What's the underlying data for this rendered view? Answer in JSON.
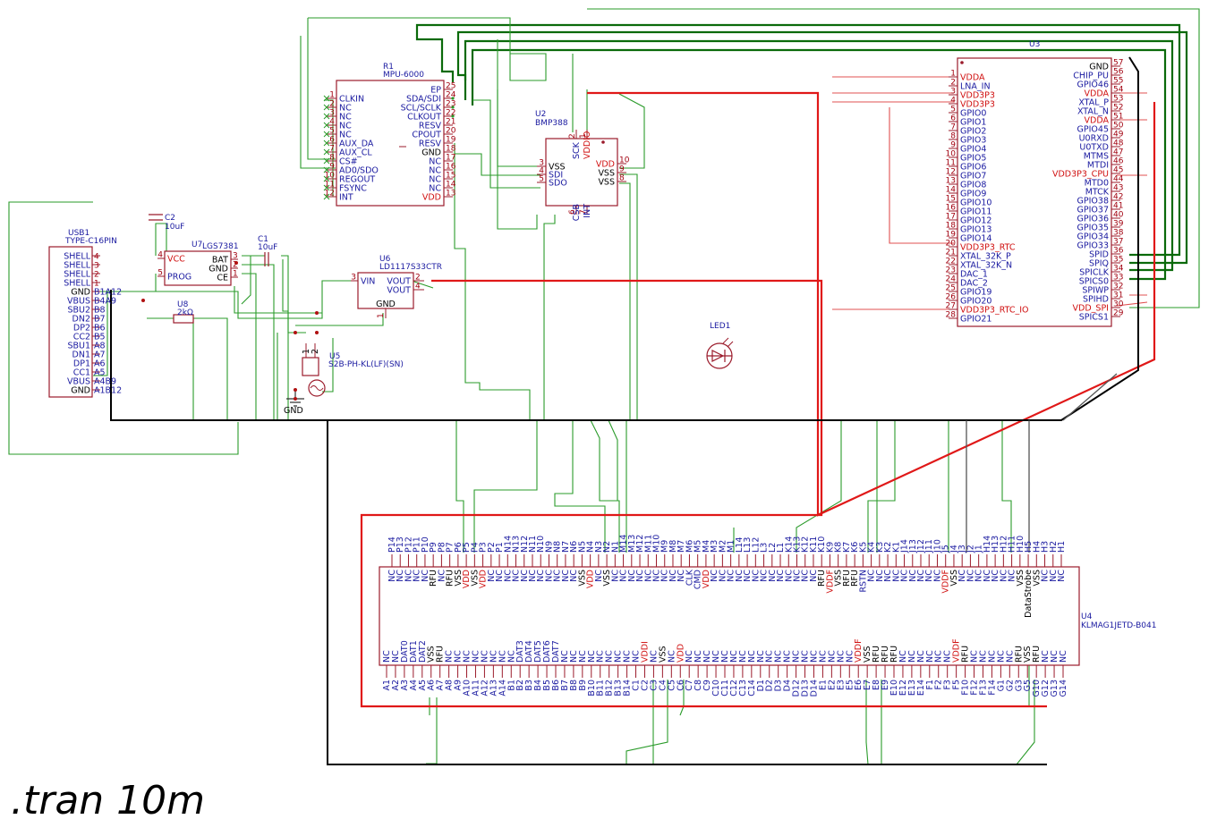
{
  "directive": ".tran 10m",
  "components": {
    "r1": {
      "ref": "R1",
      "value": "MPU-6000",
      "left": [
        [
          "1",
          "CLKIN"
        ],
        [
          "2",
          "NC"
        ],
        [
          "3",
          "NC"
        ],
        [
          "4",
          "NC"
        ],
        [
          "5",
          "NC"
        ],
        [
          "6",
          "AUX_DA"
        ],
        [
          "7",
          "AUX_CL"
        ],
        [
          "8",
          "CS#"
        ],
        [
          "9",
          "AD0/SDO"
        ],
        [
          "10",
          "REGOUT"
        ],
        [
          "11",
          "FSYNC"
        ],
        [
          "12",
          "INT"
        ]
      ],
      "right": [
        [
          "25",
          "EP"
        ],
        [
          "24",
          "SDA/SDI"
        ],
        [
          "23",
          "SCL/SCLK"
        ],
        [
          "22",
          "CLKOUT"
        ],
        [
          "21",
          "RESV"
        ],
        [
          "20",
          "CPOUT"
        ],
        [
          "19",
          "RESV"
        ],
        [
          "18",
          "GND"
        ],
        [
          "17",
          "NC"
        ],
        [
          "16",
          "NC"
        ],
        [
          "15",
          "NC"
        ],
        [
          "14",
          "NC"
        ],
        [
          "13",
          "VDD"
        ]
      ]
    },
    "u2": {
      "ref": "U2",
      "value": "BMP388",
      "left": [
        [
          "3",
          "VSS"
        ],
        [
          "4",
          "SDI"
        ],
        [
          "5",
          "SDO"
        ]
      ],
      "right": [
        [
          "10",
          "VDD"
        ],
        [
          "9",
          "VSS"
        ],
        [
          "8",
          "VSS"
        ]
      ],
      "top": [
        [
          "2",
          "SCK"
        ],
        [
          "1",
          "VDDIO"
        ]
      ],
      "bottom": [
        [
          "6",
          "CSB"
        ],
        [
          "7",
          "INT"
        ]
      ]
    },
    "u3": {
      "ref": "U3",
      "left": [
        [
          "1",
          "VDDA"
        ],
        [
          "2",
          "LNA_IN"
        ],
        [
          "3",
          "VDD3P3"
        ],
        [
          "4",
          "VDD3P3"
        ],
        [
          "5",
          "GPIO0"
        ],
        [
          "6",
          "GPIO1"
        ],
        [
          "7",
          "GPIO2"
        ],
        [
          "8",
          "GPIO3"
        ],
        [
          "9",
          "GPIO4"
        ],
        [
          "10",
          "GPIO5"
        ],
        [
          "11",
          "GPIO6"
        ],
        [
          "12",
          "GPIO7"
        ],
        [
          "13",
          "GPIO8"
        ],
        [
          "14",
          "GPIO9"
        ],
        [
          "15",
          "GPIO10"
        ],
        [
          "16",
          "GPIO11"
        ],
        [
          "17",
          "GPIO12"
        ],
        [
          "18",
          "GPIO13"
        ],
        [
          "19",
          "GPIO14"
        ],
        [
          "20",
          "VDD3P3_RTC"
        ],
        [
          "21",
          "XTAL_32K_P"
        ],
        [
          "22",
          "XTAL_32K_N"
        ],
        [
          "23",
          "DAC_1"
        ],
        [
          "24",
          "DAC_2"
        ],
        [
          "25",
          "GPIO19"
        ],
        [
          "26",
          "GPIO20"
        ],
        [
          "27",
          "VDD3P3_RTC_IO"
        ],
        [
          "28",
          "GPIO21"
        ]
      ],
      "right": [
        [
          "57",
          "GND"
        ],
        [
          "56",
          "CHIP_PU"
        ],
        [
          "55",
          "GPIO46"
        ],
        [
          "54",
          "VDDA"
        ],
        [
          "53",
          "XTAL_P"
        ],
        [
          "52",
          "XTAL_N"
        ],
        [
          "51",
          "VDDA"
        ],
        [
          "50",
          "GPIO45"
        ],
        [
          "49",
          "U0RXD"
        ],
        [
          "48",
          "U0TXD"
        ],
        [
          "47",
          "MTMS"
        ],
        [
          "46",
          "MTDI"
        ],
        [
          "45",
          "VDD3P3_CPU"
        ],
        [
          "44",
          "MTD0"
        ],
        [
          "43",
          "MTCK"
        ],
        [
          "42",
          "GPIO38"
        ],
        [
          "41",
          "GPIO37"
        ],
        [
          "40",
          "GPIO36"
        ],
        [
          "39",
          "GPIO35"
        ],
        [
          "38",
          "GPIO34"
        ],
        [
          "37",
          "GPIO33"
        ],
        [
          "36",
          "SPID"
        ],
        [
          "35",
          "SPIQ"
        ],
        [
          "34",
          "SPICLK"
        ],
        [
          "33",
          "SPICS0"
        ],
        [
          "32",
          "SPIWP"
        ],
        [
          "31",
          "SPIHD"
        ],
        [
          "30",
          "VDD_SPI"
        ],
        [
          "29",
          "SPICS1"
        ]
      ]
    },
    "usb1": {
      "ref": "USB1",
      "value": "TYPE-C16PIN",
      "pins": [
        [
          "4",
          "SHELL"
        ],
        [
          "3",
          "SHELL"
        ],
        [
          "2",
          "SHELL"
        ],
        [
          "1",
          "SHELL"
        ],
        [
          "B1A12",
          "GND"
        ],
        [
          "B4A9",
          "VBUS"
        ],
        [
          "B8",
          "SBU2"
        ],
        [
          "B7",
          "DN2"
        ],
        [
          "B6",
          "DP2"
        ],
        [
          "B5",
          "CC2"
        ],
        [
          "A8",
          "SBU1"
        ],
        [
          "A7",
          "DN1"
        ],
        [
          "A6",
          "DP1"
        ],
        [
          "A5",
          "CC1"
        ],
        [
          "A4B9",
          "VBUS"
        ],
        [
          "A1B12",
          "GND"
        ]
      ]
    },
    "u7": {
      "ref": "U7",
      "value": "LGS7381",
      "left": [
        [
          "4",
          "VCC"
        ],
        [
          "5",
          "PROG"
        ]
      ],
      "right": [
        [
          "3",
          "BAT"
        ],
        [
          "2",
          "GND"
        ],
        [
          "1",
          "CE"
        ]
      ]
    },
    "c2": {
      "ref": "C2",
      "value": "10uF"
    },
    "c1": {
      "ref": "C1",
      "value": "10uF"
    },
    "u8": {
      "ref": "U8",
      "value": "2kΩ"
    },
    "u6": {
      "ref": "U6",
      "value": "LD1117S33CTR",
      "left": [
        [
          "3",
          "VIN"
        ]
      ],
      "right": [
        [
          "2",
          "VOUT"
        ],
        [
          "4",
          "VOUT"
        ]
      ],
      "bottom": [
        [
          "1",
          "GND"
        ]
      ]
    },
    "u5": {
      "ref": "U5",
      "value": "S2B-PH-KL(LF)(SN)",
      "pins": [
        "1",
        "2"
      ]
    },
    "gnd": {
      "label": "GND"
    },
    "led1": {
      "ref": "LED1"
    },
    "u4": {
      "ref": "U4",
      "value": "KLMAG1JETD-B041",
      "top_pins": [
        [
          "P14",
          "NC"
        ],
        [
          "P13",
          "NC"
        ],
        [
          "P12",
          "NC"
        ],
        [
          "P11",
          "NC"
        ],
        [
          "P10",
          "NC"
        ],
        [
          "P9",
          "RFU"
        ],
        [
          "P8",
          "NC"
        ],
        [
          "P7",
          "RFU"
        ],
        [
          "P6",
          "VSS"
        ],
        [
          "P5",
          "VDD"
        ],
        [
          "P4",
          "VSS"
        ],
        [
          "P3",
          "VDD"
        ],
        [
          "P2",
          "NC"
        ],
        [
          "P1",
          "NC"
        ],
        [
          "N14",
          "NC"
        ],
        [
          "N13",
          "NC"
        ],
        [
          "N12",
          "NC"
        ],
        [
          "N11",
          "NC"
        ],
        [
          "N10",
          "NC"
        ],
        [
          "N9",
          "NC"
        ],
        [
          "N8",
          "NC"
        ],
        [
          "N7",
          "NC"
        ],
        [
          "N6",
          "NC"
        ],
        [
          "N5",
          "VSS"
        ],
        [
          "N4",
          "VDD"
        ],
        [
          "N3",
          "NC"
        ],
        [
          "N2",
          "VSS"
        ],
        [
          "N1",
          "NC"
        ],
        [
          "M14",
          "NC"
        ],
        [
          "M13",
          "NC"
        ],
        [
          "M12",
          "NC"
        ],
        [
          "M11",
          "NC"
        ],
        [
          "M10",
          "NC"
        ],
        [
          "M9",
          "NC"
        ],
        [
          "M8",
          "NC"
        ],
        [
          "M7",
          "NC"
        ],
        [
          "M6",
          "CLK"
        ],
        [
          "M5",
          "CMD"
        ],
        [
          "M4",
          "VDD"
        ],
        [
          "M3",
          "NC"
        ],
        [
          "M2",
          "NC"
        ],
        [
          "M1",
          "NC"
        ],
        [
          "L14",
          "NC"
        ],
        [
          "L13",
          "NC"
        ],
        [
          "L12",
          "NC"
        ],
        [
          "L3",
          "NC"
        ],
        [
          "L2",
          "NC"
        ],
        [
          "L1",
          "NC"
        ],
        [
          "K14",
          "NC"
        ],
        [
          "K13",
          "NC"
        ],
        [
          "K12",
          "NC"
        ],
        [
          "K11",
          "NC"
        ],
        [
          "K10",
          "RFU"
        ],
        [
          "K9",
          "VDDF"
        ],
        [
          "K8",
          "VSS"
        ],
        [
          "K7",
          "RFU"
        ],
        [
          "K6",
          "RFU"
        ],
        [
          "K5",
          "RSTN"
        ],
        [
          "K4",
          "NC"
        ],
        [
          "K3",
          "NC"
        ],
        [
          "K2",
          "NC"
        ],
        [
          "K1",
          "NC"
        ],
        [
          "J14",
          "NC"
        ],
        [
          "J13",
          "NC"
        ],
        [
          "J12",
          "NC"
        ],
        [
          "J11",
          "NC"
        ],
        [
          "J10",
          "NC"
        ],
        [
          "J5",
          "VDDF"
        ],
        [
          "J4",
          "VSS"
        ],
        [
          "J3",
          "NC"
        ],
        [
          "J2",
          "NC"
        ],
        [
          "J1",
          "NC"
        ],
        [
          "H14",
          "NC"
        ],
        [
          "H13",
          "NC"
        ],
        [
          "H12",
          "NC"
        ],
        [
          "H11",
          "NC"
        ],
        [
          "H10",
          "VSS"
        ],
        [
          "H5",
          "DataStrobe"
        ],
        [
          "H4",
          "VSS"
        ],
        [
          "H3",
          "NC"
        ],
        [
          "H2",
          "NC"
        ],
        [
          "H1",
          "NC"
        ]
      ],
      "bottom_pins": [
        [
          "A1",
          "NC"
        ],
        [
          "A2",
          "NC"
        ],
        [
          "A3",
          "DAT0"
        ],
        [
          "A4",
          "DAT1"
        ],
        [
          "A5",
          "DAT2"
        ],
        [
          "A6",
          "VSS"
        ],
        [
          "A7",
          "RFU"
        ],
        [
          "A8",
          "NC"
        ],
        [
          "A9",
          "NC"
        ],
        [
          "A10",
          "NC"
        ],
        [
          "A11",
          "NC"
        ],
        [
          "A12",
          "NC"
        ],
        [
          "A13",
          "NC"
        ],
        [
          "A14",
          "NC"
        ],
        [
          "B1",
          "NC"
        ],
        [
          "B2",
          "DAT3"
        ],
        [
          "B3",
          "DAT4"
        ],
        [
          "B4",
          "DAT5"
        ],
        [
          "B5",
          "DAT6"
        ],
        [
          "B6",
          "DAT7"
        ],
        [
          "B7",
          "NC"
        ],
        [
          "B8",
          "NC"
        ],
        [
          "B9",
          "NC"
        ],
        [
          "B10",
          "NC"
        ],
        [
          "B11",
          "NC"
        ],
        [
          "B12",
          "NC"
        ],
        [
          "B13",
          "NC"
        ],
        [
          "B14",
          "NC"
        ],
        [
          "C1",
          "NC"
        ],
        [
          "C2",
          "VDDI"
        ],
        [
          "C3",
          "NC"
        ],
        [
          "C4",
          "VSS"
        ],
        [
          "C5",
          "NC"
        ],
        [
          "C6",
          "VDD"
        ],
        [
          "C7",
          "NC"
        ],
        [
          "C8",
          "NC"
        ],
        [
          "C9",
          "NC"
        ],
        [
          "C10",
          "NC"
        ],
        [
          "C11",
          "NC"
        ],
        [
          "C12",
          "NC"
        ],
        [
          "C13",
          "NC"
        ],
        [
          "C14",
          "NC"
        ],
        [
          "D1",
          "NC"
        ],
        [
          "D2",
          "NC"
        ],
        [
          "D3",
          "NC"
        ],
        [
          "D4",
          "NC"
        ],
        [
          "D12",
          "NC"
        ],
        [
          "D13",
          "NC"
        ],
        [
          "D14",
          "NC"
        ],
        [
          "E1",
          "NC"
        ],
        [
          "E2",
          "NC"
        ],
        [
          "E3",
          "NC"
        ],
        [
          "E5",
          "NC"
        ],
        [
          "E6",
          "VDDF"
        ],
        [
          "E7",
          "VSS"
        ],
        [
          "E8",
          "RFU"
        ],
        [
          "E9",
          "RFU"
        ],
        [
          "E10",
          "RFU"
        ],
        [
          "E12",
          "NC"
        ],
        [
          "E13",
          "NC"
        ],
        [
          "E14",
          "NC"
        ],
        [
          "F1",
          "NC"
        ],
        [
          "F2",
          "NC"
        ],
        [
          "F3",
          "NC"
        ],
        [
          "F5",
          "VDDF"
        ],
        [
          "F10",
          "RFU"
        ],
        [
          "F12",
          "NC"
        ],
        [
          "F13",
          "NC"
        ],
        [
          "F14",
          "NC"
        ],
        [
          "G1",
          "NC"
        ],
        [
          "G2",
          "NC"
        ],
        [
          "G3",
          "RFU"
        ],
        [
          "G5",
          "VSS"
        ],
        [
          "G10",
          "RFU"
        ],
        [
          "G12",
          "NC"
        ],
        [
          "G13",
          "NC"
        ],
        [
          "G14",
          "NC"
        ]
      ]
    }
  }
}
